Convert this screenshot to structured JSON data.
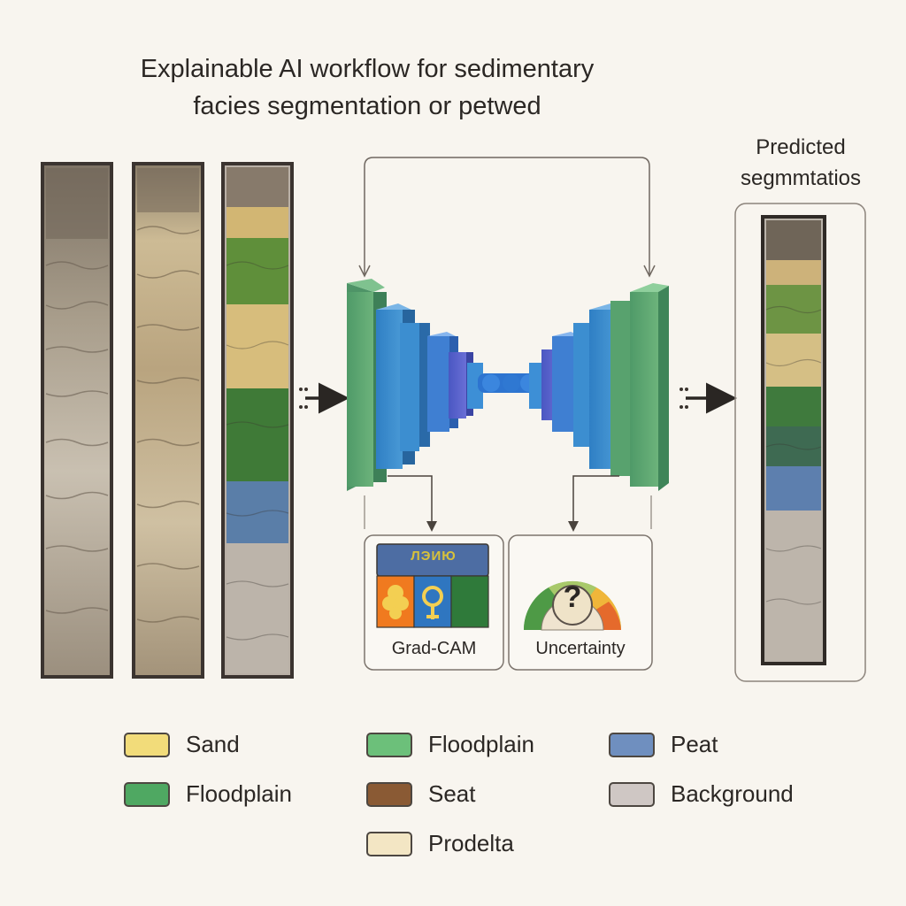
{
  "title": {
    "line1": "Explainable AI workflow for sedimentary",
    "line2": "facies segmentation or petwed"
  },
  "prediction": {
    "label_line1": "Predicted",
    "label_line2": "segmmtatios"
  },
  "panels": {
    "gradcam_label": "Grad-CAM",
    "gradcam_header": "ЛЭИЮ",
    "uncertainty_label": "Uncertainty",
    "uncertainty_symbol": "?"
  },
  "legend": [
    {
      "label": "Sand",
      "color": "#f2dc7a"
    },
    {
      "label": "Floodplain",
      "color": "#6cc07a"
    },
    {
      "label": "Peat",
      "color": "#6f8fbf"
    },
    {
      "label": "Floodplain",
      "color": "#4fa862"
    },
    {
      "label": "Seat",
      "color": "#8a5a34"
    },
    {
      "label": "Background",
      "color": "#cfc7c4"
    },
    {
      "label": "Prodelta",
      "color": "#f3e6c4"
    }
  ]
}
